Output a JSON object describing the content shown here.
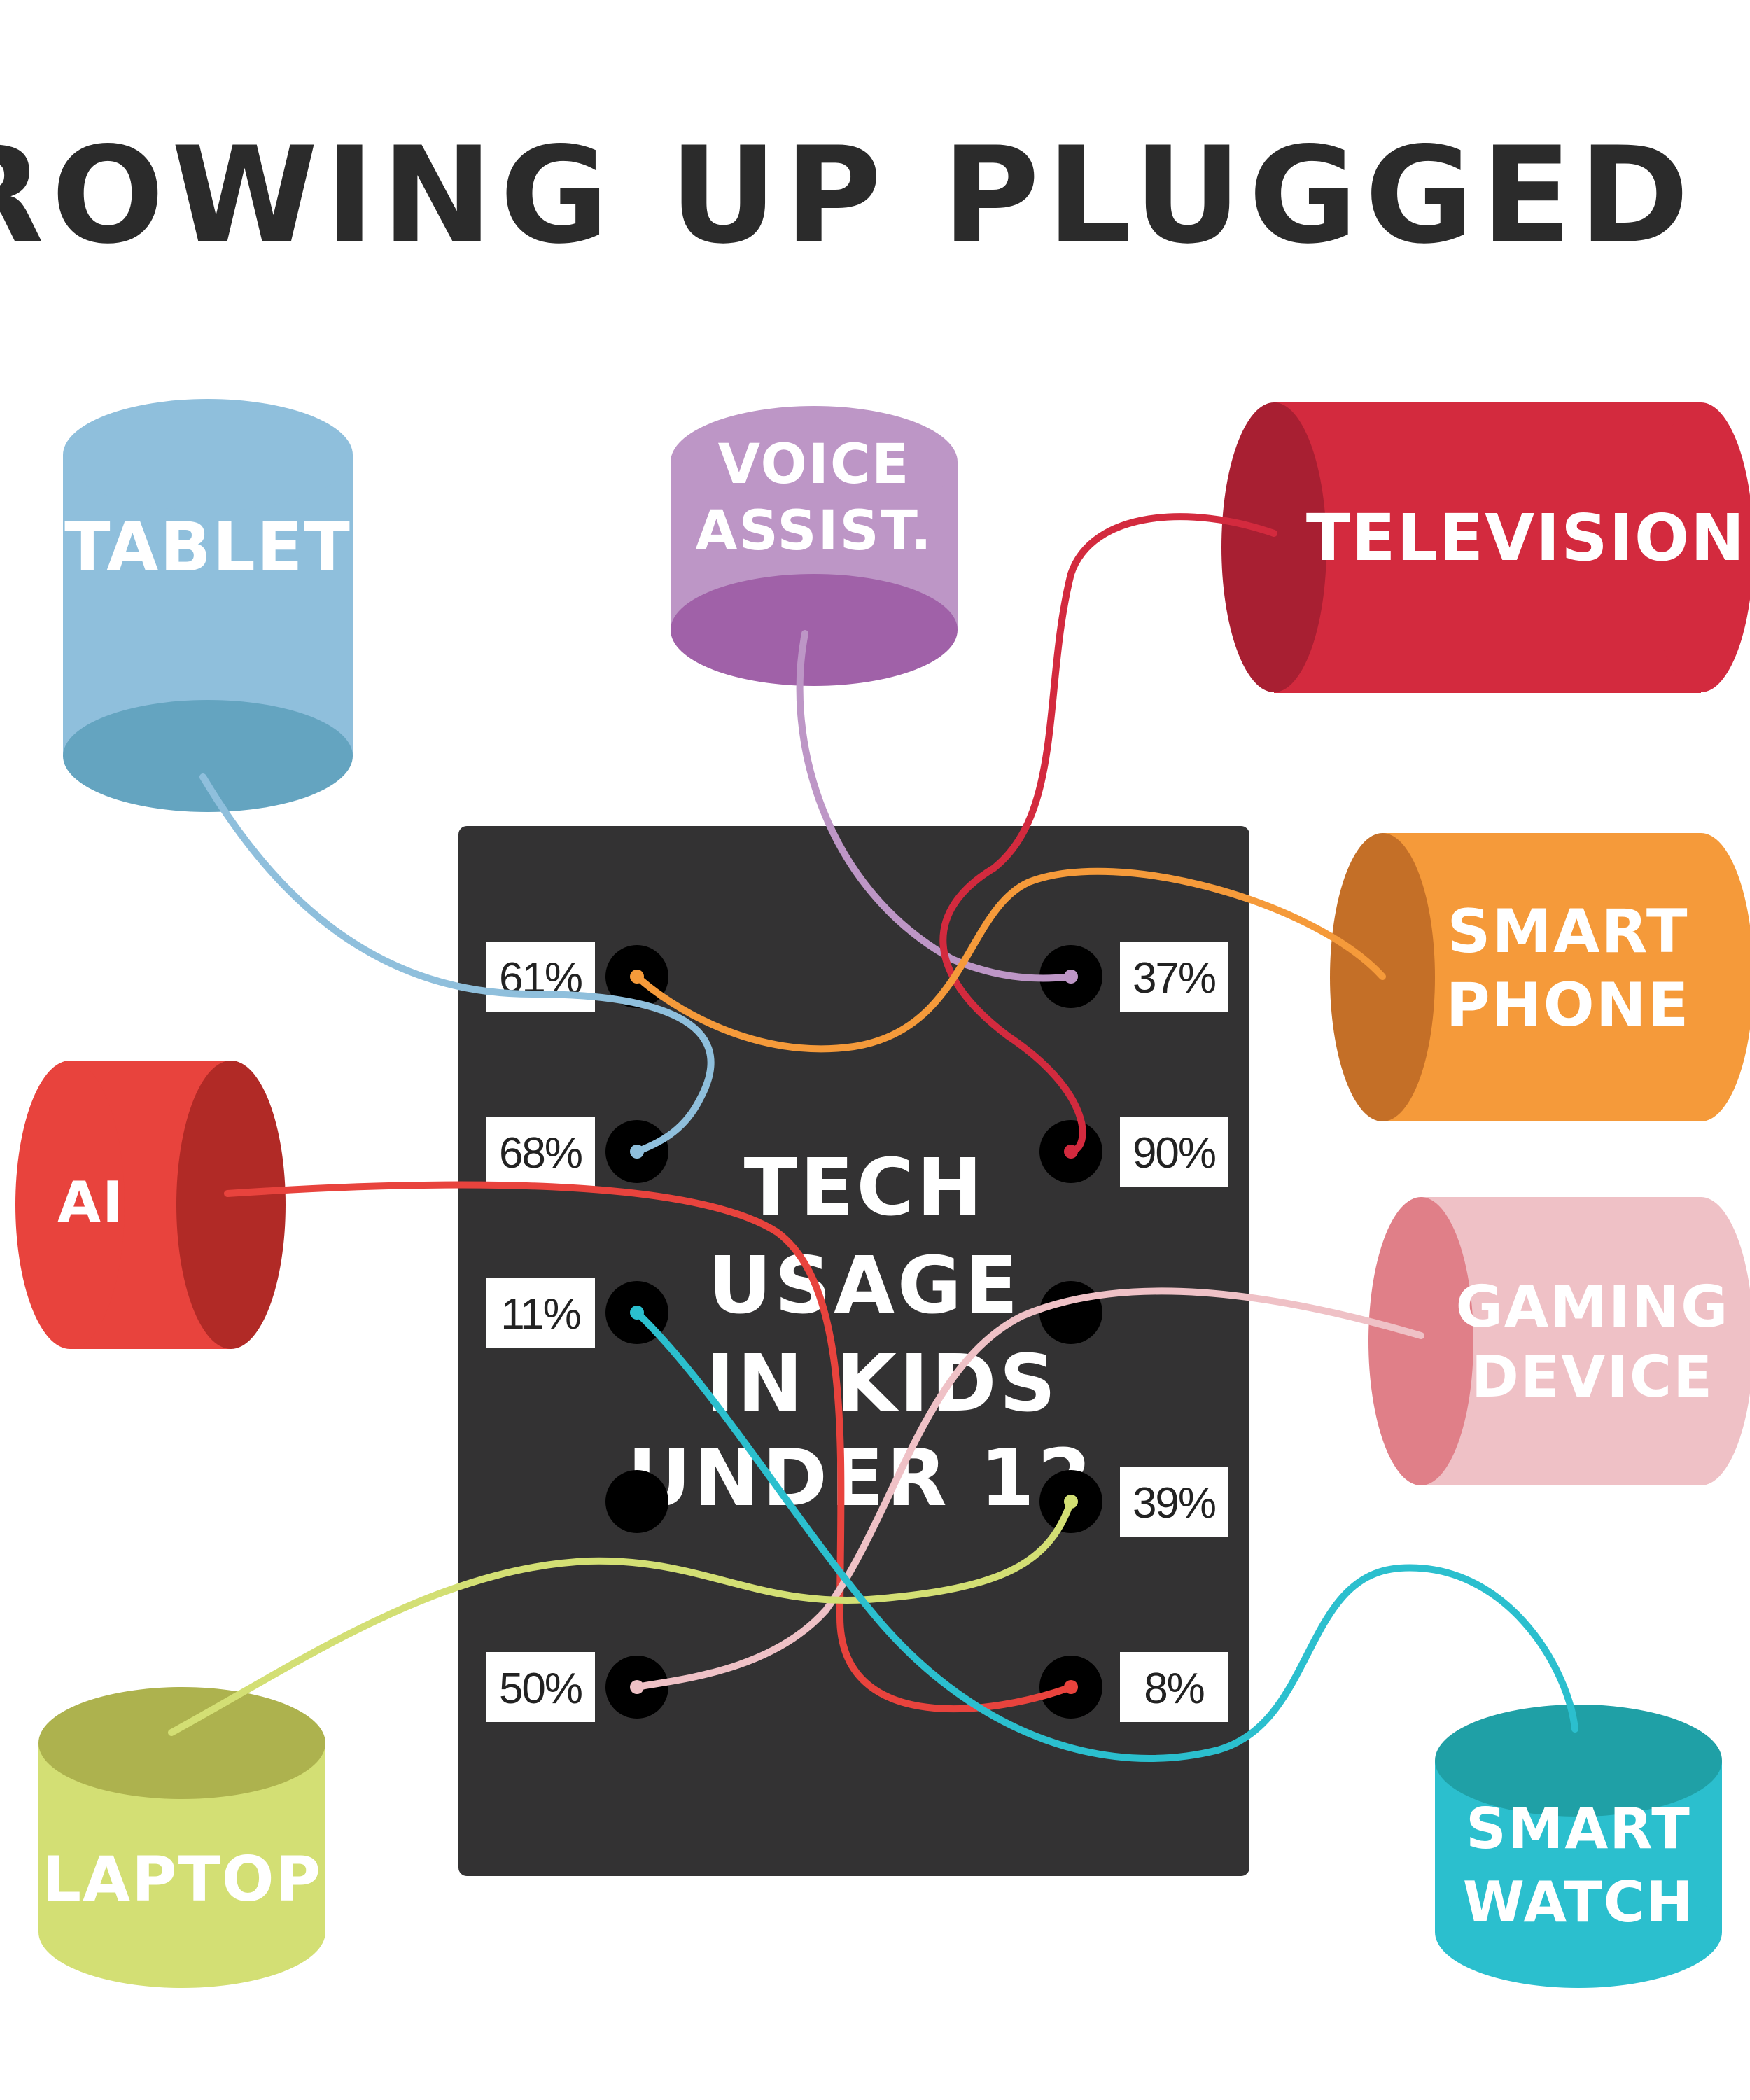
{
  "title": "GROWING UP PLUGGED IN",
  "board": {
    "label_lines": [
      "TECH",
      "USAGE",
      "IN KIDS",
      "UNDER 12"
    ]
  },
  "percentages": {
    "p61": "61%",
    "p68": "68%",
    "p11": "11%",
    "p50": "50%",
    "p37": "37%",
    "p90": "90%",
    "p39": "39%",
    "p8": "8%"
  },
  "devices": {
    "tablet": {
      "label_lines": [
        "TABLET"
      ],
      "color": "#8fbfdc"
    },
    "voice": {
      "label_lines": [
        "VOICE",
        "ASSIST."
      ],
      "color": "#bd96c6"
    },
    "tv": {
      "label_lines": [
        "TELEVISION"
      ],
      "color": "#d32a3e"
    },
    "phone": {
      "label_lines": [
        "SMART",
        "PHONE"
      ],
      "color": "#f59a3a"
    },
    "ai": {
      "label_lines": [
        "AI"
      ],
      "color": "#e8433d"
    },
    "gaming": {
      "label_lines": [
        "GAMING",
        "DEVICE"
      ],
      "color": "#efc1c6"
    },
    "laptop": {
      "label_lines": [
        "LAPTOP"
      ],
      "color": "#d3df74"
    },
    "watch": {
      "label_lines": [
        "SMART",
        "WATCH"
      ],
      "color": "#2bbfce"
    }
  },
  "connections": [
    {
      "device": "tablet",
      "percentage": "68%"
    },
    {
      "device": "voice",
      "percentage": "37%"
    },
    {
      "device": "tv",
      "percentage": "90%"
    },
    {
      "device": "phone",
      "percentage": "61%"
    },
    {
      "device": "ai",
      "percentage": "8%"
    },
    {
      "device": "gaming",
      "percentage": "50%"
    },
    {
      "device": "laptop",
      "percentage": "39%"
    },
    {
      "device": "watch",
      "percentage": "11%"
    }
  ]
}
